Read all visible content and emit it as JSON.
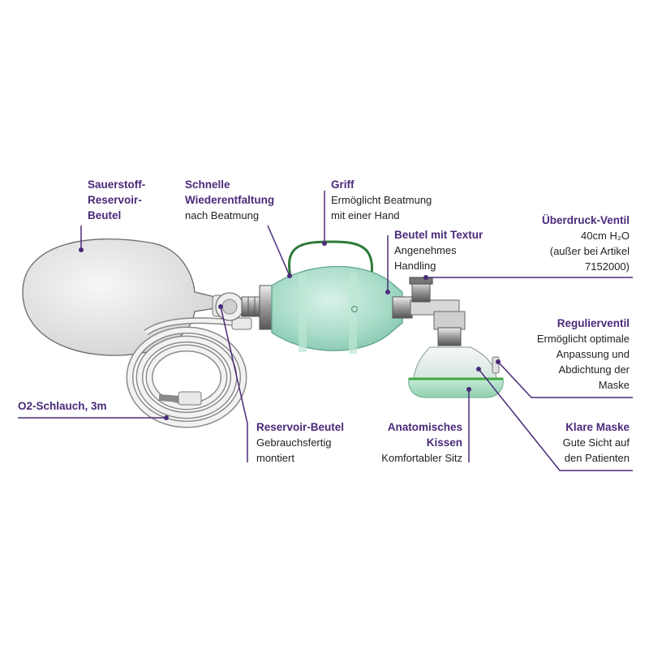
{
  "labels": {
    "reservoir_bag": {
      "title": "Sauerstoff-\nReservoir-\nBeutel"
    },
    "reinflation": {
      "title": "Schnelle\nWiederentfaltung",
      "desc": "nach Beatmung"
    },
    "handle": {
      "title": "Griff",
      "desc": "Ermöglicht Beatmung\nmit einer Hand"
    },
    "textured_bag": {
      "title": "Beutel mit Textur",
      "desc": "Angenehmes\nHandling"
    },
    "pressure_valve": {
      "title": "Überdruck-Ventil",
      "desc": "40cm H₂O\n(außer bei Artikel\n7152000)"
    },
    "control_valve": {
      "title": "Regulierventil",
      "desc": "Ermöglicht optimale\nAnpassung und\nAbdichtung der\nMaske"
    },
    "o2_tube": {
      "title": "O2-Schlauch, 3m"
    },
    "reservoir_mount": {
      "title": "Reservoir-Beutel",
      "desc": "Gebrauchsfertig\nmontiert"
    },
    "anatomic_cushion": {
      "title": "Anatomisches\nKissen",
      "desc": "Komfortabler Sitz"
    },
    "clear_mask": {
      "title": "Klare Maske",
      "desc": "Gute Sicht auf\nden Patienten"
    }
  },
  "colors": {
    "accent": "#4a2a7a",
    "bag_green": "#a8dcc8",
    "bag_grey": "#e4e4e4",
    "mask_rim": "#3faa3f"
  }
}
